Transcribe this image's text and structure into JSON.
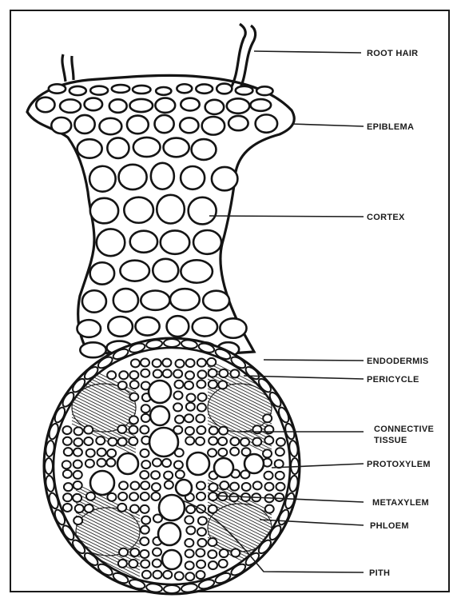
{
  "labels": {
    "root_hair": "ROOT HAIR",
    "epiblema": "EPIBLEMA",
    "cortex": "CORTEX",
    "endodermis": "ENDODERMIS",
    "pericycle": "PERICYCLE",
    "connective_tissue_line1": "CONNECTIVE",
    "connective_tissue_line2": "TISSUE",
    "protoxylem": "PROTOXYLEM",
    "metaxylem": "METAXYLEM",
    "phloem": "PHLOEM",
    "pith": "PITH"
  }
}
